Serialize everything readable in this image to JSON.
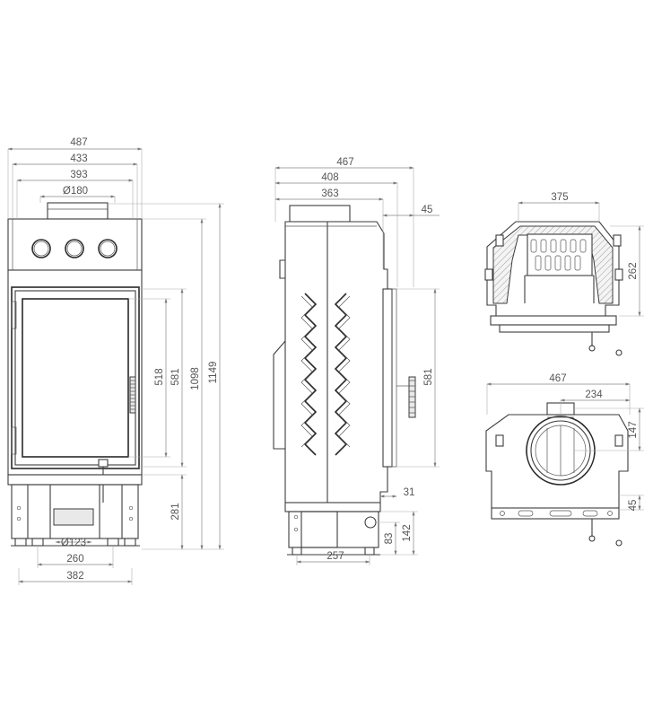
{
  "front_view": {
    "dim_total_width": "487",
    "dim_width_433": "433",
    "dim_width_393": "393",
    "dim_flue_diameter": "Ø180",
    "dim_glass_height": "518",
    "dim_door_height": "581",
    "dim_height_1098": "1098",
    "dim_total_height": "1149",
    "dim_base_height": "281",
    "dim_air_inlet_diameter": "Ø123",
    "dim_leg_spacing": "260",
    "dim_base_width": "382"
  },
  "side_view": {
    "dim_depth_467": "467",
    "dim_depth_408": "408",
    "dim_depth_363": "363",
    "dim_offset_45": "45",
    "dim_door_height": "581",
    "dim_offset_31": "31",
    "dim_height_83": "83",
    "dim_height_142": "142",
    "dim_depth_257": "257"
  },
  "top_section_view": {
    "dim_width_375": "375",
    "dim_height_262": "262"
  },
  "top_plan_view": {
    "dim_width_467": "467",
    "dim_width_234": "234",
    "dim_height_147": "147",
    "dim_height_45": "45"
  }
}
